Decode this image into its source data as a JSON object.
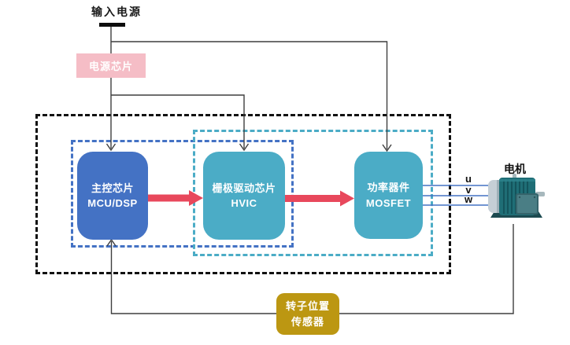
{
  "diagram": {
    "input_power": {
      "label": "输入电源"
    },
    "power_chip": {
      "label": "电源芯片"
    },
    "blocks": {
      "mcu": {
        "line1": "主控芯片",
        "line2": "MCU/DSP"
      },
      "hvic": {
        "line1": "栅极驱动芯片",
        "line2": "HVIC"
      },
      "mosfet": {
        "line1": "功率器件",
        "line2": "MOSFET"
      }
    },
    "motor": {
      "label": "电机"
    },
    "phases": {
      "u": "u",
      "v": "v",
      "w": "w"
    },
    "sensor": {
      "line1": "转子位置",
      "line2": "传感器"
    },
    "colors": {
      "mcu_blue": "#4472C4",
      "driver_teal": "#4BACC6",
      "power_chip_pink": "#F5BDC6",
      "sensor_gold": "#BC9712",
      "signal_arrow_red": "#E8485C",
      "wire_dark": "#3F3F3F",
      "phase_wire_blue": "#4472C4",
      "outer_dashed_black": "#111111"
    }
  }
}
